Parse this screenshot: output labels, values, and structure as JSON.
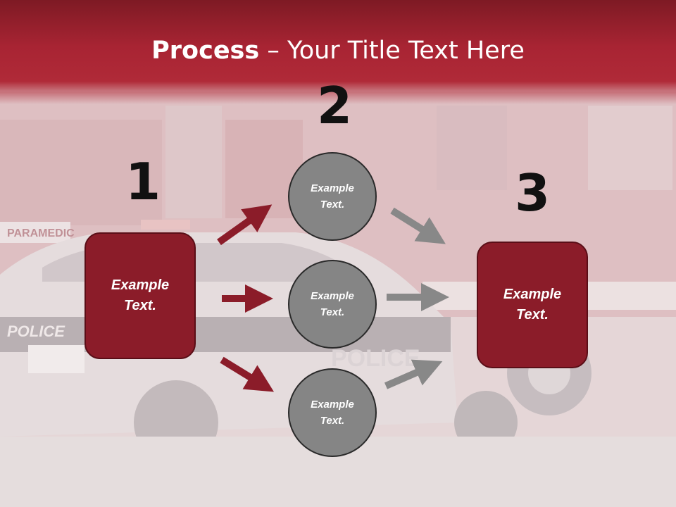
{
  "title": {
    "bold": "Process",
    "rest": " – Your Title Text Here"
  },
  "steps": [
    {
      "number": "1",
      "line1": "Example",
      "line2": "Text."
    },
    {
      "number": "2",
      "circles": [
        {
          "line1": "Example",
          "line2": "Text."
        },
        {
          "line1": "Example",
          "line2": "Text."
        },
        {
          "line1": "Example",
          "line2": "Text."
        }
      ]
    },
    {
      "number": "3",
      "line1": "Example",
      "line2": "Text."
    }
  ],
  "background_text": {
    "paramedic": "PARAMEDIC",
    "police": "POLICE"
  },
  "colors": {
    "accent": "#8b1c29",
    "title_bar": "#a82433",
    "circle": "#858585",
    "arrow_red": "#8b1c29",
    "arrow_gray": "#888888"
  }
}
